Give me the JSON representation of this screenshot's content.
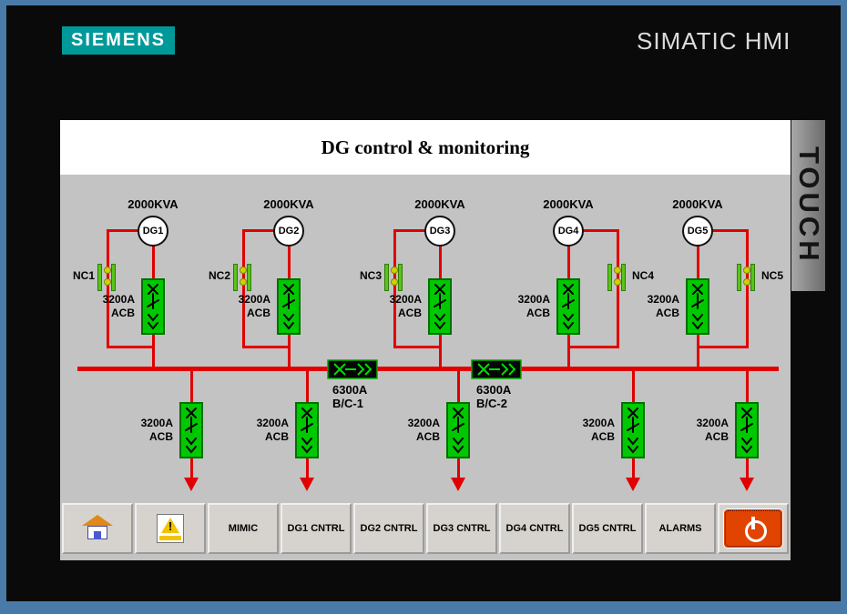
{
  "branding": {
    "logo": "SIEMENS",
    "product": "SIMATIC HMI",
    "touch": "TOUCH"
  },
  "title": "DG control & monitoring",
  "generators": [
    {
      "name": "DG1",
      "rating": "2000KVA",
      "contact": "NC1",
      "breaker_label": "3200A\nACB"
    },
    {
      "name": "DG2",
      "rating": "2000KVA",
      "contact": "NC2",
      "breaker_label": "3200A\nACB"
    },
    {
      "name": "DG3",
      "rating": "2000KVA",
      "contact": "NC3",
      "breaker_label": "3200A\nACB"
    },
    {
      "name": "DG4",
      "rating": "2000KVA",
      "contact": "NC4",
      "breaker_label": "3200A\nACB"
    },
    {
      "name": "DG5",
      "rating": "2000KVA",
      "contact": "NC5",
      "breaker_label": "3200A\nACB"
    }
  ],
  "bus_couplers": [
    {
      "label": "6300A\nB/C-1"
    },
    {
      "label": "6300A\nB/C-2"
    }
  ],
  "feeders": [
    {
      "breaker_label": "3200A\nACB"
    },
    {
      "breaker_label": "3200A\nACB"
    },
    {
      "breaker_label": "3200A\nACB"
    },
    {
      "breaker_label": "3200A\nACB"
    },
    {
      "breaker_label": "3200A\nACB"
    }
  ],
  "nav": {
    "buttons": [
      {
        "icon": "home-icon"
      },
      {
        "icon": "alarm-warning-icon",
        "glyph": "!"
      },
      {
        "label": "MIMIC"
      },
      {
        "label": "DG1 CNTRL"
      },
      {
        "label": "DG2 CNTRL"
      },
      {
        "label": "DG3 CNTRL"
      },
      {
        "label": "DG4 CNTRL"
      },
      {
        "label": "DG5 CNTRL"
      },
      {
        "label": "ALARMS"
      },
      {
        "icon": "power-icon"
      }
    ]
  },
  "colors": {
    "wire_red": "#e00000",
    "breaker_green": "#00c800",
    "coupler_black": "#050505",
    "frame_blue": "#4a7aa8",
    "siemens_teal": "#009999",
    "screen_gray": "#c3c3c3",
    "title_bg": "#ffffff",
    "button_face": "#d6d3ce",
    "power_red": "#e04400",
    "alarm_yellow": "#f2c400"
  }
}
